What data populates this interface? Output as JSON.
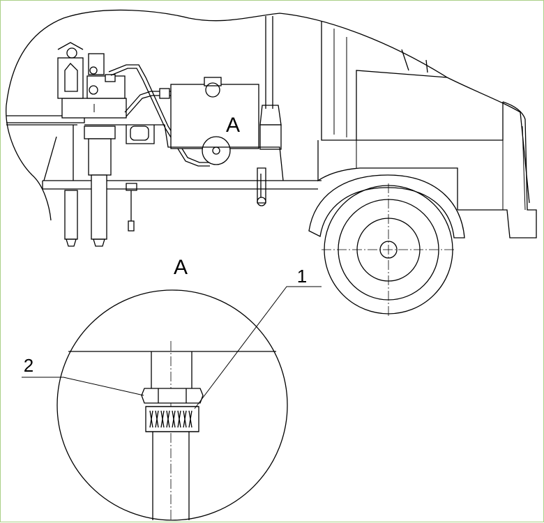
{
  "drawing": {
    "tank_marker": "A",
    "detail_view_label": "A",
    "callouts": [
      {
        "number": "1",
        "part": "locking-sleeve"
      },
      {
        "number": "2",
        "part": "lock-nut"
      }
    ]
  },
  "icons": {
    "vehicle": "truck-rear-outline",
    "detail": "magnified-circle"
  },
  "colors": {
    "line": "#000000",
    "background": "#ffffff",
    "border": "#a9cf86"
  }
}
